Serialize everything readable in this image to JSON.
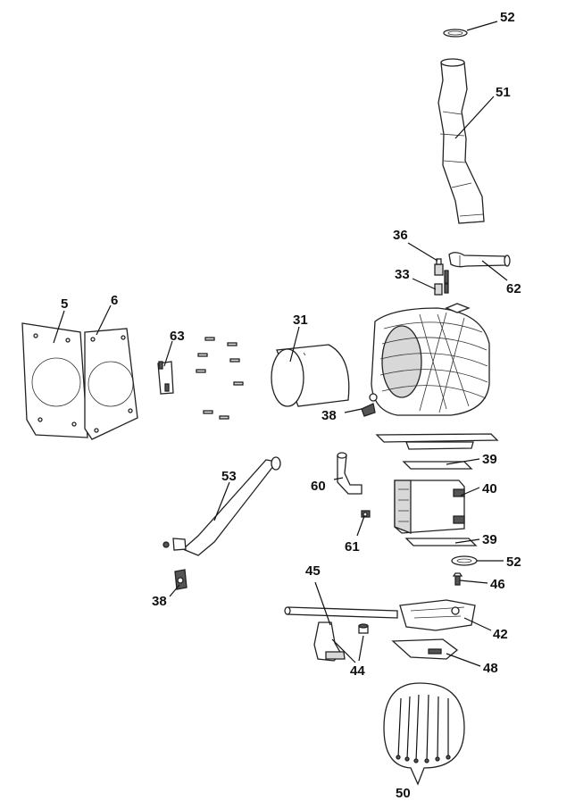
{
  "labels": {
    "p52a": "52",
    "p51": "51",
    "p36": "36",
    "p33": "33",
    "p62": "62",
    "p5": "5",
    "p6": "6",
    "p63": "63",
    "p31": "31",
    "p38a": "38",
    "p39a": "39",
    "p60": "60",
    "p40": "40",
    "p53": "53",
    "p61": "61",
    "p39b": "39",
    "p52b": "52",
    "p46": "46",
    "p38b": "38",
    "p45": "45",
    "p42": "42",
    "p44": "44",
    "p48": "48",
    "p50": "50"
  }
}
